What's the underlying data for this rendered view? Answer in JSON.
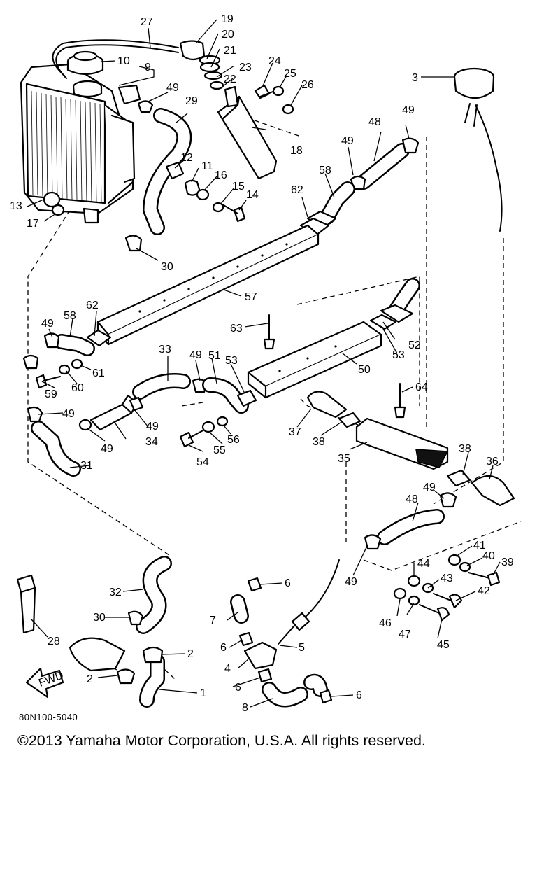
{
  "diagram_code": "80N100-5040",
  "copyright": "©2013 Yamaha Motor Corporation, U.S.A. All rights reserved.",
  "fwd_label": "FWD",
  "callouts": [
    "1",
    "2",
    "3",
    "4",
    "5",
    "6",
    "7",
    "8",
    "9",
    "10",
    "11",
    "12",
    "13",
    "14",
    "15",
    "16",
    "17",
    "18",
    "19",
    "20",
    "21",
    "22",
    "23",
    "24",
    "25",
    "26",
    "27",
    "28",
    "29",
    "30",
    "31",
    "32",
    "33",
    "34",
    "35",
    "36",
    "37",
    "38",
    "39",
    "40",
    "41",
    "42",
    "43",
    "44",
    "45",
    "46",
    "47",
    "48",
    "49",
    "50",
    "51",
    "52",
    "53",
    "54",
    "55",
    "56",
    "57",
    "58",
    "59",
    "60",
    "61",
    "62",
    "63",
    "64"
  ]
}
